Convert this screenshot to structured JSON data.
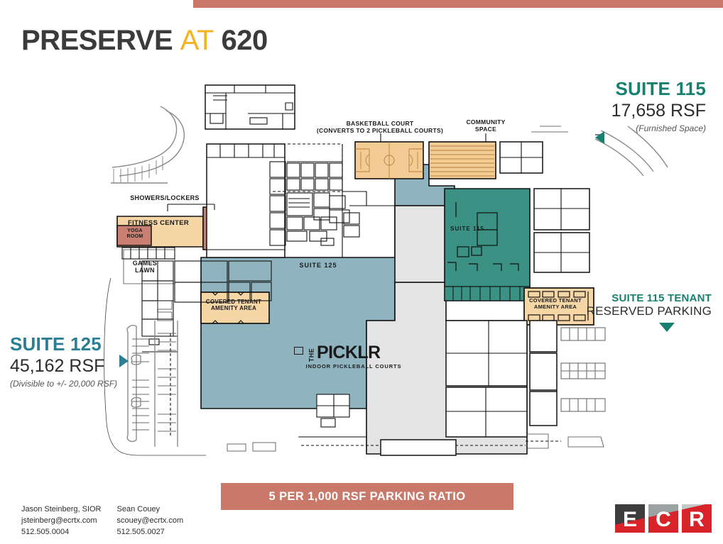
{
  "header": {
    "title_main": "PRESERVE",
    "title_at": "AT",
    "title_number": "620"
  },
  "callouts": {
    "suite_115": {
      "heading": "SUITE 115",
      "rsf": "17,658 RSF",
      "note": "(Furnished Space)",
      "color": "#17806f"
    },
    "suite_125": {
      "heading": "SUITE 125",
      "rsf": "45,162 RSF",
      "note": "(Divisible to +/- 20,000 RSF)",
      "color": "#2b7e94"
    },
    "reserved_parking": {
      "line1": "SUITE 115 TENANT",
      "line2": "RESERVED PARKING"
    }
  },
  "plan_labels": {
    "basketball_court": "BASKETBALL COURT\n(CONVERTS TO 2 PICKLEBALL COURTS)",
    "community_space": "COMMUNITY\nSPACE",
    "showers_lockers": "SHOWERS/LOCKERS",
    "fitness_center": "FITNESS CENTER",
    "yoga_room": "YOGA\nROOM",
    "games_lawn": "GAMES\nLAWN",
    "suite_125_area": "SUITE 125",
    "suite_115_area": "SUITE 115",
    "covered_amenity_left": "COVERED TENANT\nAMENITY AREA",
    "covered_amenity_right": "COVERED TENANT\nAMENITY AREA"
  },
  "tenant_logo": {
    "the": "THE",
    "name": "PICKLR",
    "tagline": "INDOOR PICKLEBALL COURTS"
  },
  "banner": {
    "text": "5 PER 1,000 RSF PARKING RATIO",
    "background": "#c9786a"
  },
  "contacts": [
    {
      "name": "Jason Steinberg, SIOR",
      "email": "jsteinberg@ecrtx.com",
      "phone": "512.505.0004"
    },
    {
      "name": "Sean Couey",
      "email": "scouey@ecrtx.com",
      "phone": "512.505.0027"
    }
  ],
  "brand_logo": {
    "letters": [
      "E",
      "C",
      "R"
    ],
    "colors": {
      "dark_gray": "#3d3d3d",
      "mid_gray": "#9aa3a1",
      "light_gray": "#c3c9c7",
      "red": "#d8232a"
    }
  },
  "palette": {
    "suite_125_fill": "#8fb4bf",
    "suite_115_fill": "#3a9184",
    "picklr_fill": "#e3e3e3",
    "amenity_tan": "#f5d6a4",
    "court_tan": "#f2cb95",
    "shower_pink": "#c97f72",
    "yoga_pink": "#c97f72",
    "accent_top_bar": "#c9786a",
    "title_gold": "#f5b323"
  }
}
